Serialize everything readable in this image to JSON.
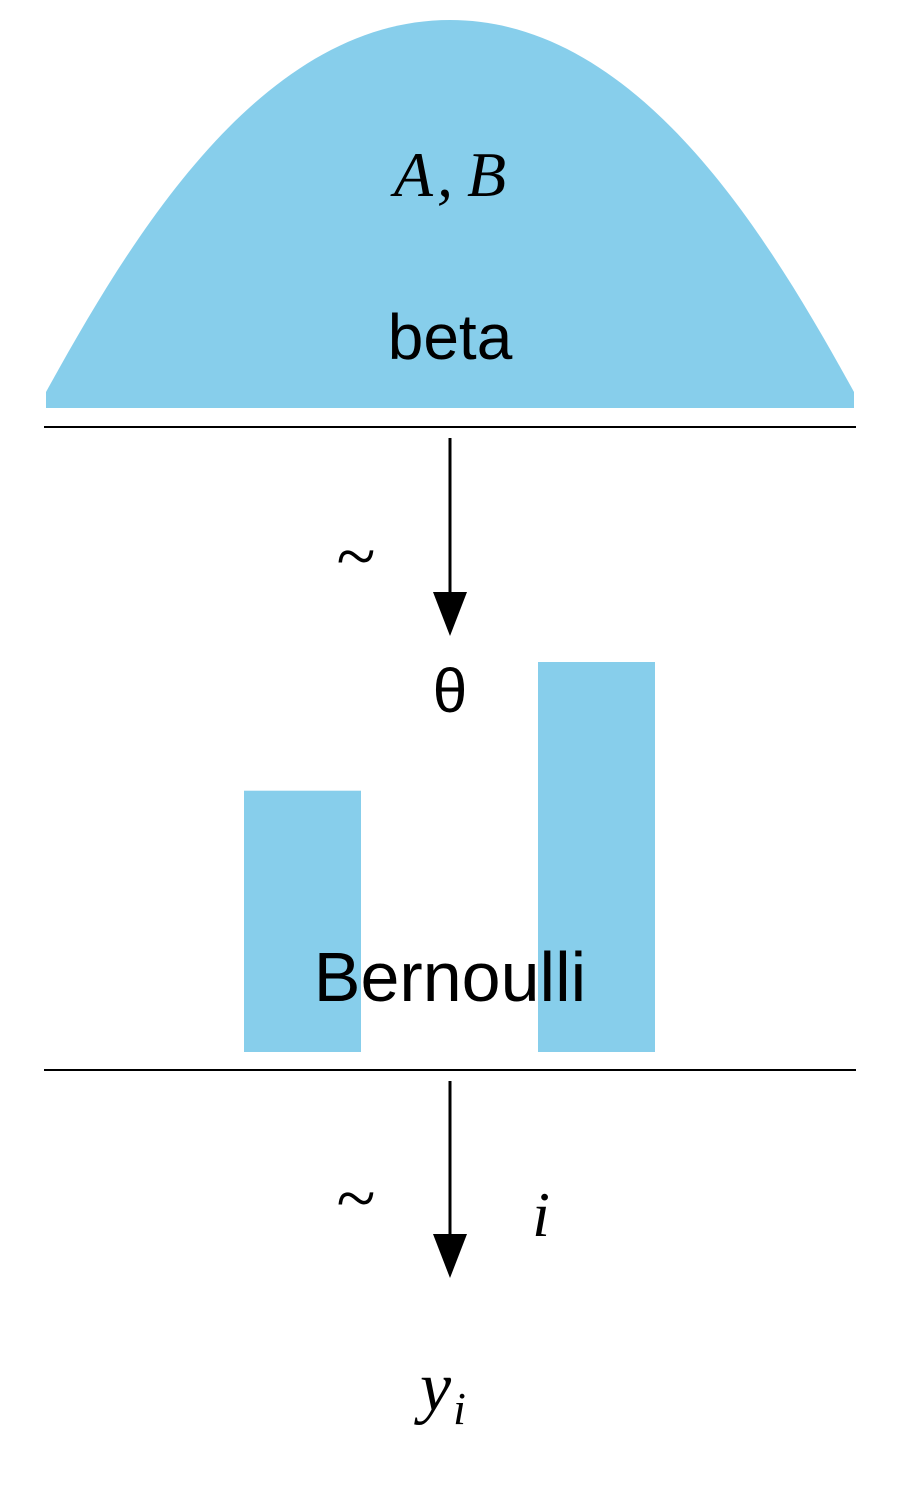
{
  "colors": {
    "fill": "#87CEEB",
    "ink": "#000000",
    "background": "#ffffff"
  },
  "prior": {
    "params_a": "A",
    "params_sep": ",",
    "params_b": "B",
    "name": "beta"
  },
  "arrow1": {
    "symbol": "~"
  },
  "parameter": {
    "symbol": "θ"
  },
  "likelihood": {
    "name": "Bernoulli",
    "bar_heights": [
      0.67,
      1.0
    ]
  },
  "arrow2": {
    "symbol": "~",
    "index": "i"
  },
  "data": {
    "symbol": "y",
    "subscript": "i"
  }
}
